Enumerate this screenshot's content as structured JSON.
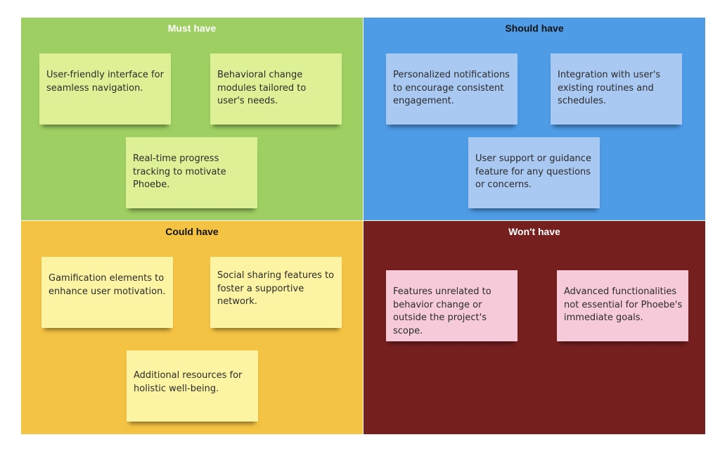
{
  "colors": {
    "must": "#9ecf62",
    "should": "#4e9be6",
    "could": "#f5c343",
    "wont": "#761f1f",
    "note_green": "#def095",
    "note_blue": "#a9c9f2",
    "note_yellow": "#fcf4a3",
    "note_pink": "#f6cad8"
  },
  "quadrants": [
    {
      "title": "Must have",
      "notes": [
        "User-friendly interface for seamless navigation.",
        "Behavioral change modules tailored to user's needs.",
        "Real-time progress tracking to motivate Phoebe."
      ]
    },
    {
      "title": "Should have",
      "notes": [
        "Personalized notifications to encourage consistent engagement.",
        "Integration with user's existing routines and schedules.",
        "User support or guidance feature for any questions or concerns."
      ]
    },
    {
      "title": "Could have",
      "notes": [
        "Gamification elements to enhance user motivation.",
        "Social sharing features to foster a supportive network.",
        "Additional resources for holistic well-being."
      ]
    },
    {
      "title": "Won't have",
      "notes": [
        "Features unrelated to behavior change or outside the project's scope.",
        "Advanced functionalities not essential for Phoebe's immediate goals."
      ]
    }
  ]
}
